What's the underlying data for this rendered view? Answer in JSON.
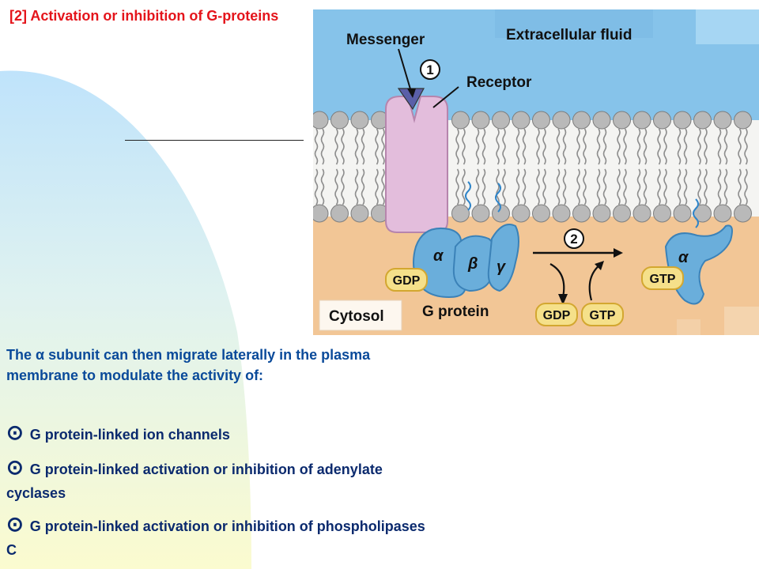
{
  "slide": {
    "title": "[2] Activation or inhibition of G-proteins",
    "intro": "The α subunit can then migrate laterally in the plasma membrane to modulate the activity of:",
    "bullet_symbol": "⊙",
    "bullets": [
      "G protein-linked ion channels",
      "G protein-linked activation or inhibition of adenylate cyclases",
      "G protein-linked activation or inhibition of phospholipases C"
    ]
  },
  "diagram": {
    "extracellular_label": "Extracellular fluid",
    "messenger_label": "Messenger",
    "receptor_label": "Receptor",
    "step1": "1",
    "step2": "2",
    "alpha": "α",
    "beta": "β",
    "gamma": "γ",
    "gdp_bound": "GDP",
    "g_protein_label": "G protein",
    "cytosol_label": "Cytosol",
    "gdp_released": "GDP",
    "gtp_in": "GTP",
    "gtp_bound": "GTP",
    "alpha_active": "α"
  },
  "colors": {
    "title_red": "#e4141b",
    "text_blue": "#0a4a9a",
    "extracellular": "#86c3ea",
    "cytosol": "#f2c696",
    "receptor": "#e3bddc",
    "gprotein": "#6aaedb",
    "badge": "#f5e08a"
  }
}
